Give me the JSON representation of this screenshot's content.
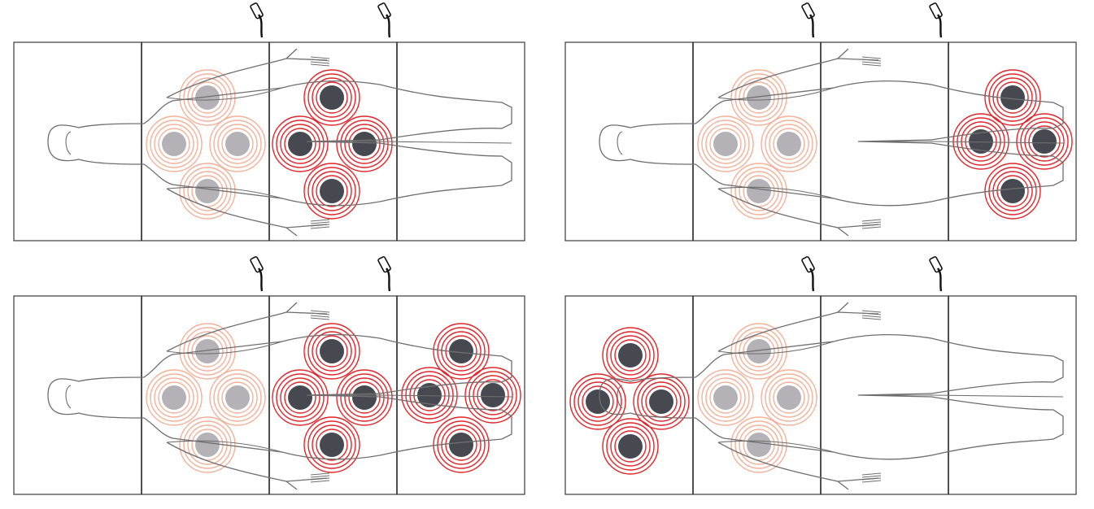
{
  "colors": {
    "outline": "#3a3a3a",
    "body": "#6e6e6e",
    "panel_divider": "#222222",
    "active_node": "#464a50",
    "inactive_node": "#b4b2b6",
    "active_ring": "#e0262b",
    "inactive_ring": "#f2a98e",
    "cable": "#111111"
  },
  "icons": {
    "plug": "power-plug-icon"
  },
  "layouts": [
    {
      "panels": 4,
      "head_zone": "off",
      "shoulder_zone": "off",
      "back_zone": "off",
      "hip_zone": "on",
      "thigh_zone": "off",
      "notes": ""
    },
    {
      "panels": 4,
      "head_zone": "off",
      "shoulder_zone": "off",
      "back_zone": "off",
      "hip_zone": "off",
      "thigh_zone": "on",
      "notes": ""
    },
    {
      "panels": 4,
      "head_zone": "off",
      "shoulder_zone": "off",
      "back_zone": "off",
      "hip_zone": "on",
      "thigh_zone": "on",
      "notes": ""
    },
    {
      "panels": 4,
      "head_zone": "on",
      "shoulder_zone": "off",
      "back_zone": "off",
      "hip_zone": "off",
      "thigh_zone": "off",
      "notes": ""
    }
  ]
}
